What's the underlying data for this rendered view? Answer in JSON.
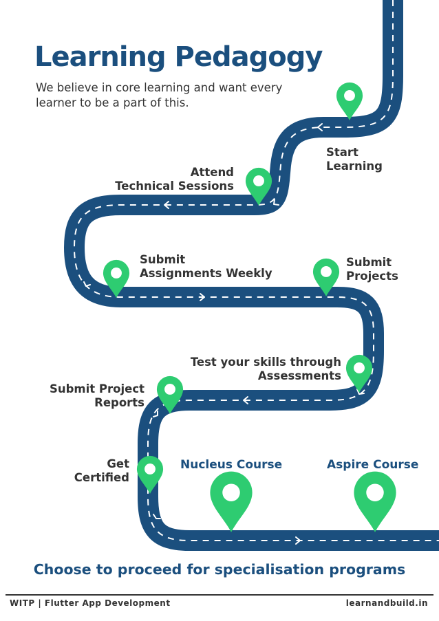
{
  "header": {
    "title": "Learning Pedagogy",
    "subtitle": "We believe in core learning and want every learner to be a part of this."
  },
  "steps": [
    {
      "line1": "Start",
      "line2": "Learning"
    },
    {
      "line1": "Attend",
      "line2": "Technical Sessions"
    },
    {
      "line1": "Submit",
      "line2": "Assignments Weekly"
    },
    {
      "line1": "Submit",
      "line2": "Projects"
    },
    {
      "line1": "Test your skills through",
      "line2": "Assessments"
    },
    {
      "line1": "Submit Project",
      "line2": "Reports"
    },
    {
      "line1": "Get",
      "line2": "Certified"
    }
  ],
  "courses": [
    {
      "label": "Nucleus Course"
    },
    {
      "label": "Aspire Course"
    }
  ],
  "cta": "Choose to proceed for specialisation programs",
  "footer": {
    "left": "WITP | Flutter App Development",
    "right": "learnandbuild.in"
  },
  "colors": {
    "road": "#1b4f7e",
    "road_dash": "#ffffff",
    "pin": "#2ecc71",
    "pin_hole": "#ffffff",
    "heading": "#1b4f7e",
    "text": "#333333"
  },
  "icons": {
    "pin": "map-pin-icon",
    "arrow": "direction-arrow-icon"
  }
}
